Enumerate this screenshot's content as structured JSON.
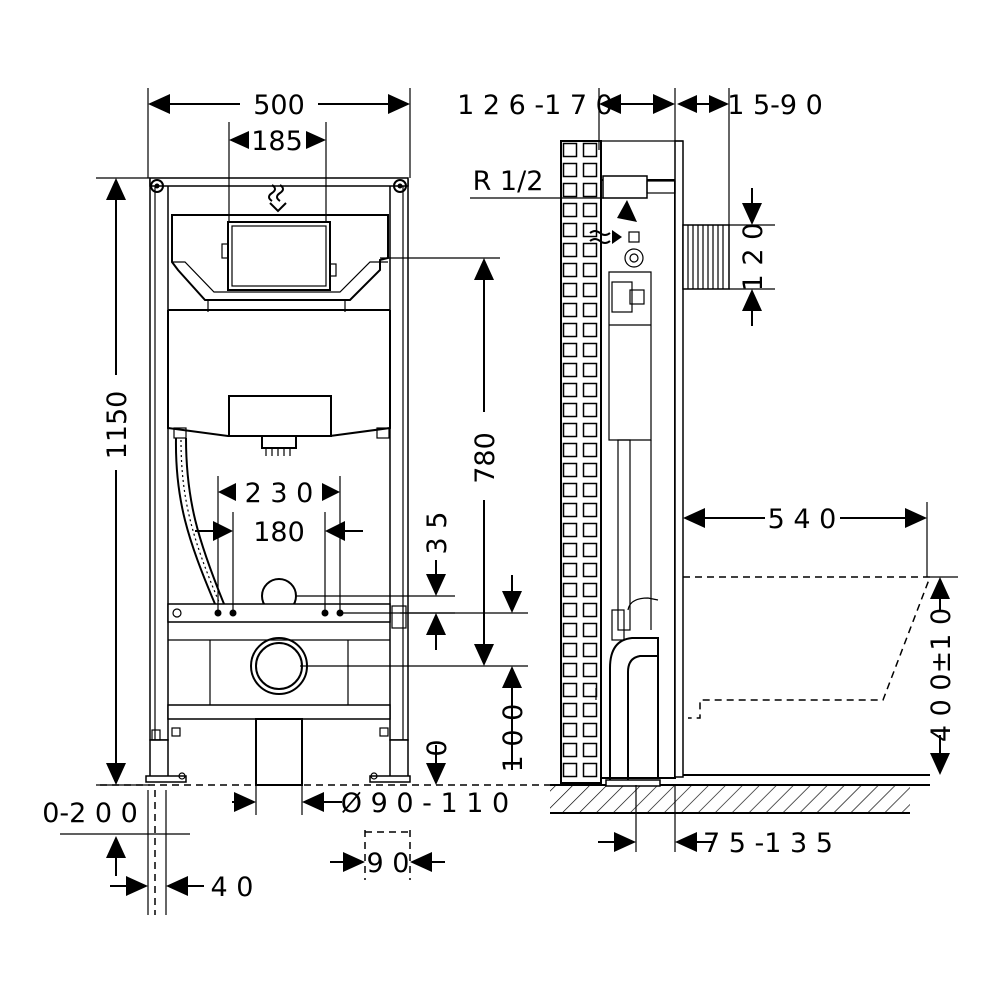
{
  "dimensions": {
    "frame_width": "500",
    "flush_plate_width": "185",
    "frame_height": "1150",
    "cistern_height": "780",
    "supply_spacing_outer": "2 3 0",
    "supply_spacing_inner": "180",
    "supply_offset": "3 5",
    "drain_height": "1 0 0",
    "floor_zero": "0",
    "leg_extension": "0-2 0 0",
    "drain_diameter": "Ø 9 0 - 1 1 0",
    "drain_pipe_width": "9 0",
    "leg_width": "4 0",
    "wall_depth": "1 2 6 -1 7 0",
    "stud_depth": "1 5-9 0",
    "inlet_thread": "R 1/2",
    "inlet_height": "1 2 0",
    "bowl_projection": "5 4 0",
    "seat_height": "4 0 0±1 0",
    "wall_offset": "7 5 -1 3 5"
  },
  "colors": {
    "line": "#000000",
    "background": "#ffffff"
  }
}
